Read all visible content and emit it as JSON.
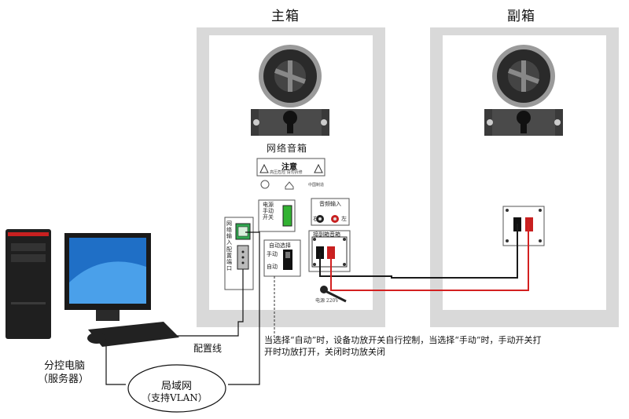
{
  "main_speaker": {
    "title": "主箱",
    "brand": "网络音箱",
    "warning_title": "注意",
    "warning_sub": "高压危险 请勿拆修",
    "origin_mark": "中国制造",
    "network_input_label": "网络输入",
    "config_port_label": "配置端口",
    "power_switch_label": "电源手动开关",
    "audio_input_label": "音频输入",
    "audio_right": "右",
    "audio_left": "左",
    "mode_select_label": "自动选择",
    "mode_manual": "手动",
    "mode_auto": "自动",
    "sub_output_label": "接副箱音箱",
    "power_label": "电源 220V"
  },
  "sub_speaker": {
    "title": "副箱"
  },
  "computer": {
    "label_line1": "分控电脑",
    "label_line2": "（服务器）"
  },
  "lan": {
    "label_line1": "局域网",
    "label_line2": "（支持VLAN）"
  },
  "config_cable_label": "配置线",
  "note": {
    "line1": "当选择“自动”时，设备功放开关自行控制，当选择“手动”时，手动开关打",
    "line2": "开时功放打开，关闭时功放关闭"
  },
  "colors": {
    "wire_black": "#1a1a1a",
    "wire_red": "#d32020",
    "cabinet_frame": "#d9d9d9",
    "switch_green": "#33b233",
    "port_green": "#2fa84f"
  }
}
